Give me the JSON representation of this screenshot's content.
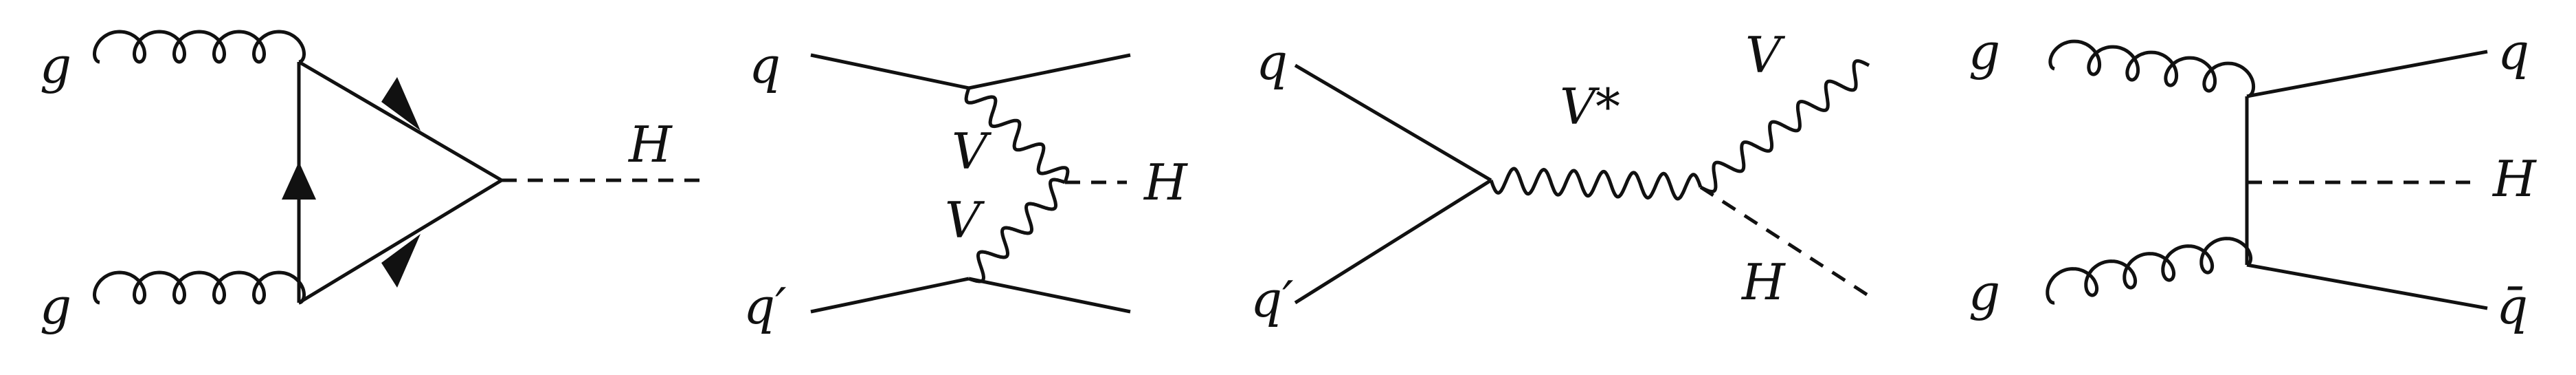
{
  "diagrams": [
    {
      "labels": {
        "gluon_top": "g",
        "gluon_bottom": "g",
        "higgs": "H"
      }
    },
    {
      "labels": {
        "quark_in": "q",
        "quark_out": "q′",
        "boson_top": "V",
        "boson_bottom": "V",
        "higgs": "H"
      }
    },
    {
      "labels": {
        "quark_in": "q",
        "antiquark_in": "q′",
        "virtual_boson": "V*",
        "boson_out": "V",
        "higgs": "H"
      }
    },
    {
      "labels": {
        "gluon_top": "g",
        "gluon_bottom": "g",
        "quark_out": "q",
        "higgs": "H",
        "antiquark_out": "q̄"
      }
    }
  ],
  "colors": {
    "line": "#111111",
    "background": "#ffffff"
  }
}
